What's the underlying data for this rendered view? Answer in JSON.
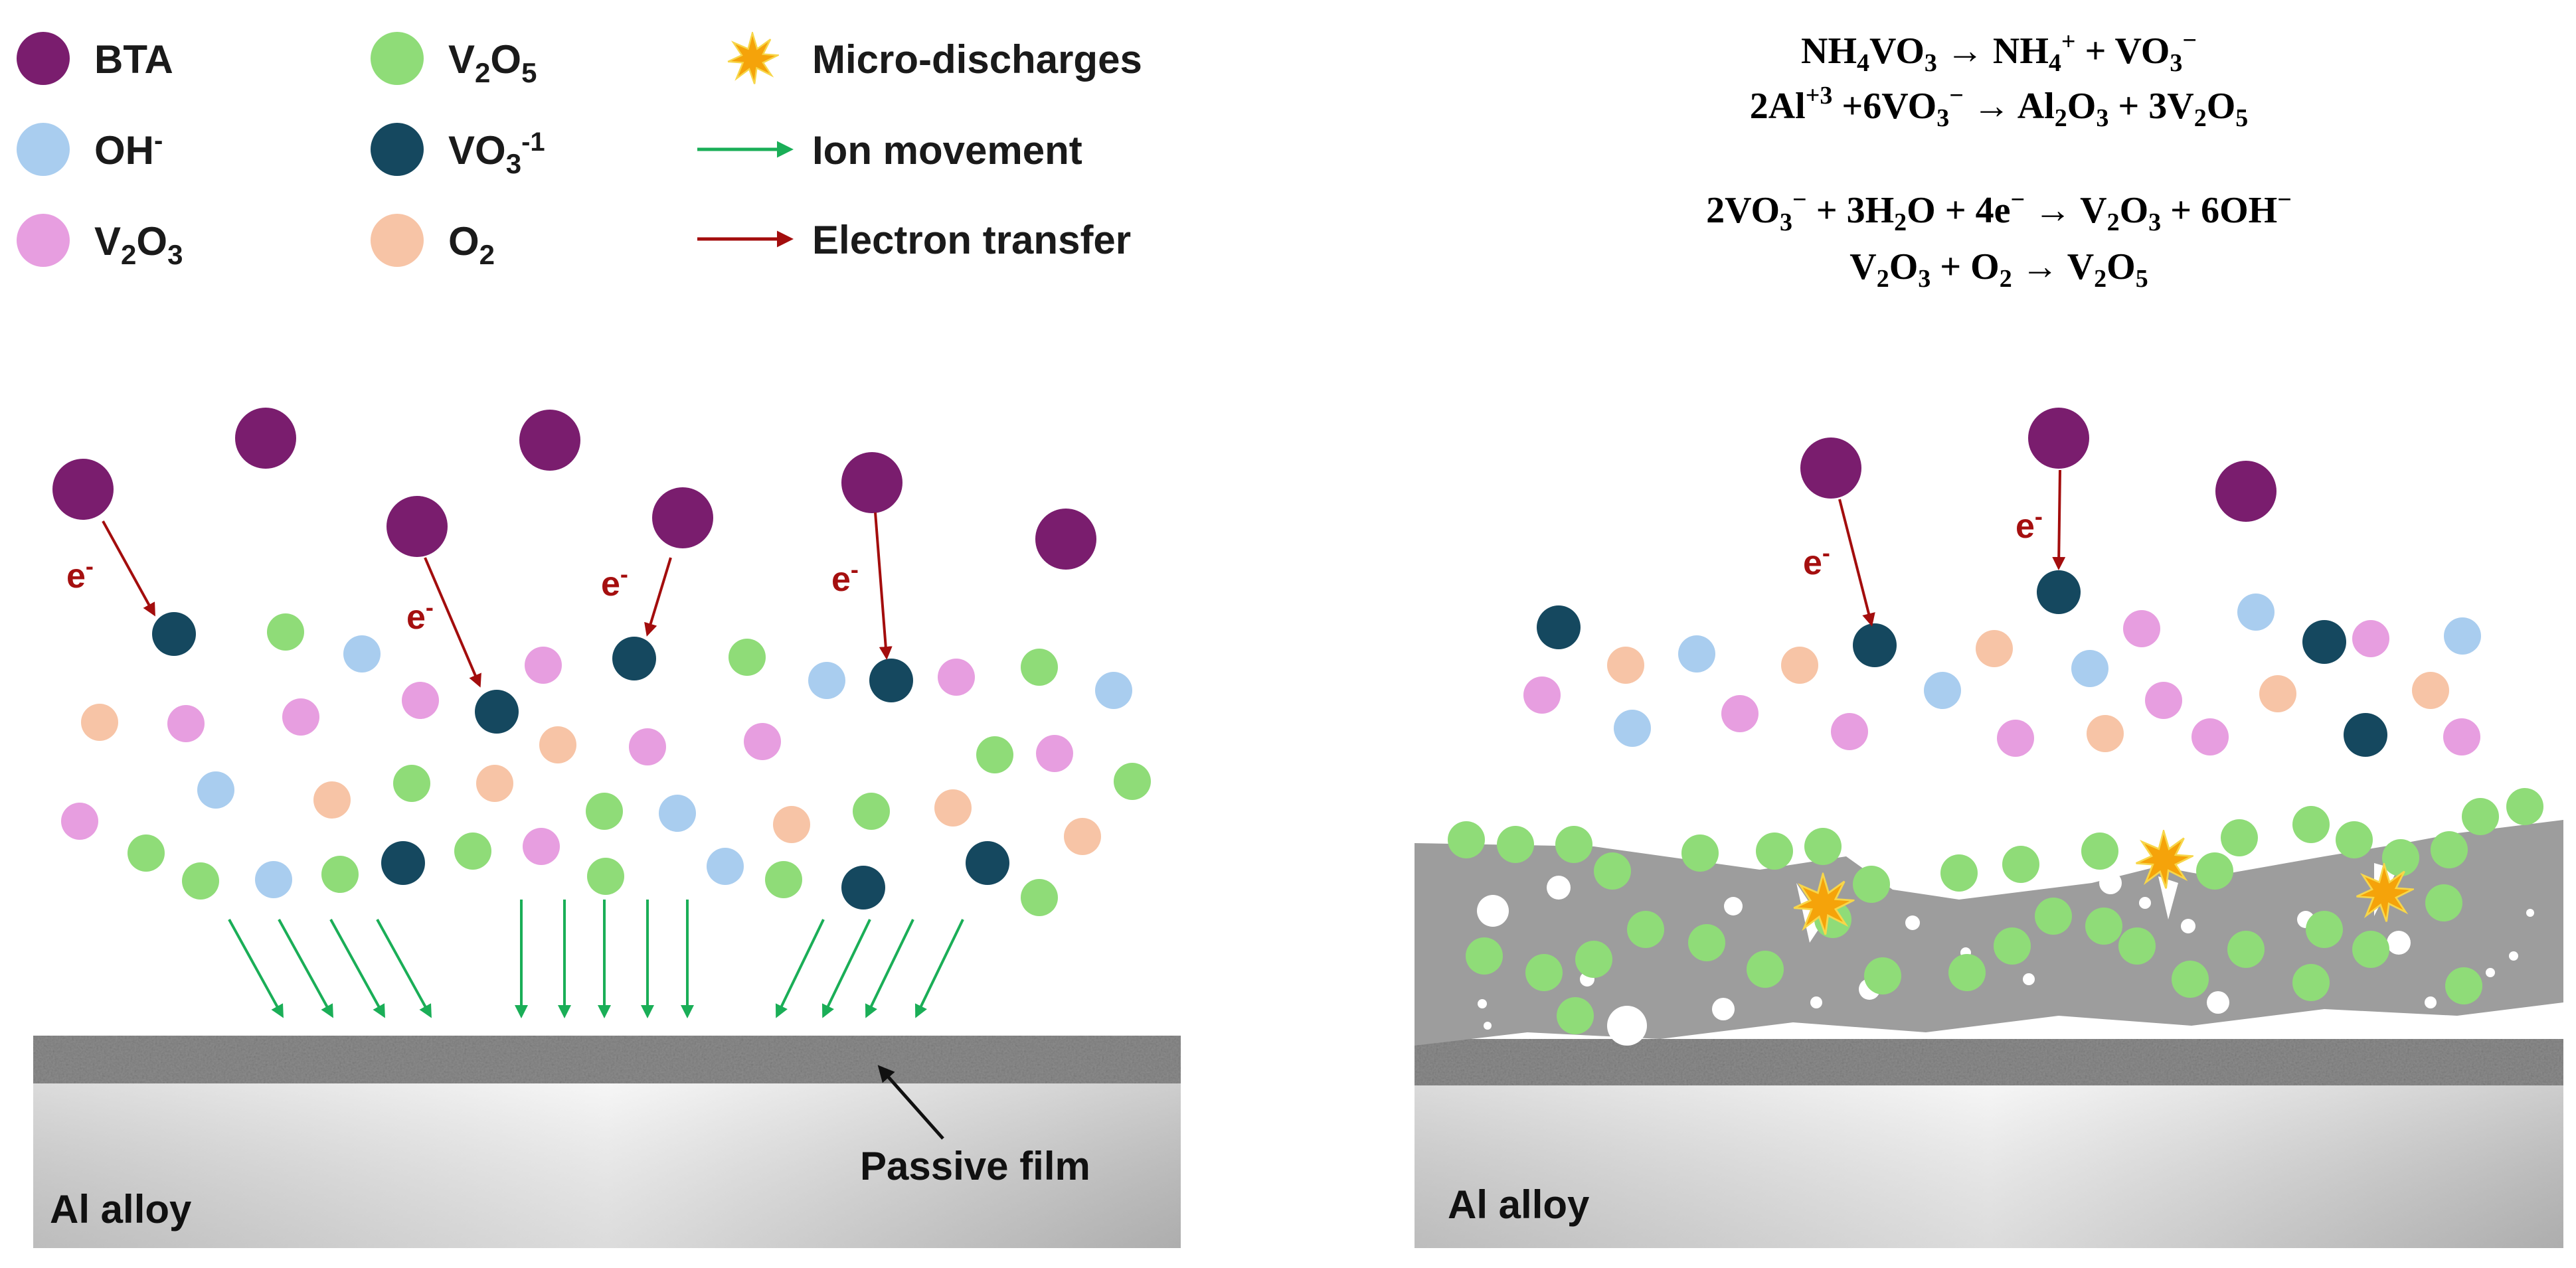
{
  "colors": {
    "bta": "#7a1d6e",
    "oh": "#a9cdef",
    "v2o3": "#e79ee0",
    "v2o5": "#8fdc78",
    "vo3": "#15485f",
    "o2": "#f7c4a6",
    "green_arrow": "#1aae57",
    "red_arrow": "#a30d0d",
    "spark": "#f5a30a",
    "coating": "#9d9d9d",
    "passive_film": "#8c8c8c"
  },
  "legend": {
    "bta": {
      "text": "BTA"
    },
    "oh": {
      "text": "OH",
      "sup": "-"
    },
    "v2o3": {
      "a": "V",
      "b": "2",
      "c": "O",
      "d": "3"
    },
    "v2o5": {
      "a": "V",
      "b": "2",
      "c": "O",
      "d": "5"
    },
    "vo3": {
      "a": "VO",
      "b": "3",
      "c": "-1"
    },
    "o2": {
      "a": "O",
      "b": "2"
    },
    "micro": {
      "text": "Micro-discharges",
      "icon": "spark-icon"
    },
    "ion": {
      "text": "Ion movement",
      "icon": "green-arrow-icon"
    },
    "electron": {
      "text": "Electron transfer",
      "icon": "red-arrow-icon"
    }
  },
  "equations": {
    "eq1": {
      "p1": "NH",
      "s1": "4",
      "p2": "VO",
      "s2": "3",
      "p3": " → NH",
      "s3": "4",
      "sup3": "+",
      "p4": " +  VO",
      "s4": "3",
      "sup4": "−"
    },
    "eq2": {
      "p1": "2Al",
      "sup1": "+3",
      "p2": " +6VO",
      "s2": "3",
      "sup2": "−",
      "p3": " → Al",
      "s3": "2",
      "p4": "O",
      "s4": "3",
      "p5": " + 3V",
      "s5": "2",
      "p6": "O",
      "s6": "5"
    },
    "eq3": {
      "p1": "2VO",
      "s1": "3",
      "sup1": "−",
      "p2": " + 3H",
      "s2": "2",
      "p3": "O + 4e",
      "sup3": "−",
      "p4": " → V",
      "s4": "2",
      "p5": "O",
      "s5": "3",
      "p6": " + 6OH",
      "sup6": "−"
    },
    "eq4": {
      "p1": "V",
      "s1": "2",
      "p2": "O",
      "s2": "3",
      "p3": "  + O",
      "s3": "2",
      "p4": " → V",
      "s4": "2",
      "p5": "O",
      "s5": "5"
    }
  },
  "labels": {
    "electron": {
      "text": "e",
      "sup": "-"
    },
    "al_left": "Al alloy",
    "al_right": "Al alloy",
    "passive_film": "Passive film"
  }
}
